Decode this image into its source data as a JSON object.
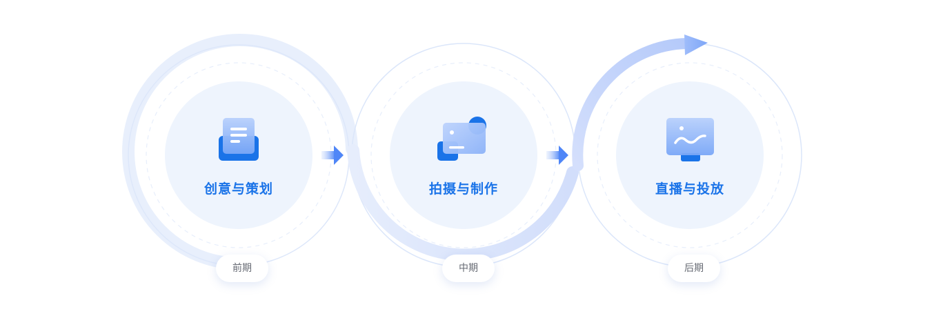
{
  "stages": [
    {
      "title": "创意与策划",
      "phase": "前期",
      "icon": "document-tray-icon"
    },
    {
      "title": "拍摄与制作",
      "phase": "中期",
      "icon": "photo-card-icon"
    },
    {
      "title": "直播与投放",
      "phase": "后期",
      "icon": "monitor-chart-icon"
    }
  ],
  "colors": {
    "title": "#1a73e8",
    "ring_light": "#e8effc",
    "ring_line": "#dbe6fa",
    "inner_disc": "#eef4fd",
    "icon_blue": "#1a73e8",
    "icon_light": "#a9c6fb",
    "phase_text": "#666a73"
  }
}
